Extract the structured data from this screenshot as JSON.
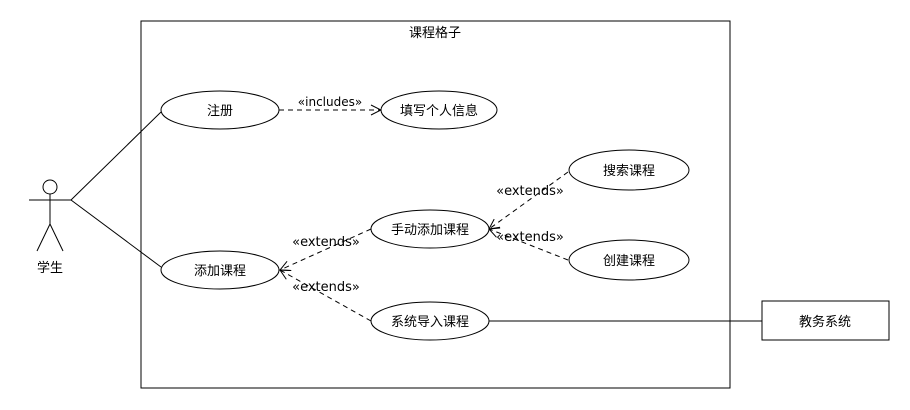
{
  "system": {
    "title": "课程格子"
  },
  "actors": {
    "student": {
      "label": "学生"
    }
  },
  "external_system": {
    "label": "教务系统"
  },
  "use_cases": {
    "register": "注册",
    "fill_info": "填写个人信息",
    "add_course": "添加课程",
    "manual_add": "手动添加课程",
    "search_course": "搜索课程",
    "create_course": "创建课程",
    "import_course": "系统导入课程"
  },
  "relations": {
    "includes": "«includes»",
    "extends_manual": "«extends»",
    "extends_import": "«extends»",
    "extends_search": "«extends»",
    "extends_create": "«extends»"
  },
  "colors": {
    "stroke": "#000000",
    "background": "#ffffff"
  }
}
